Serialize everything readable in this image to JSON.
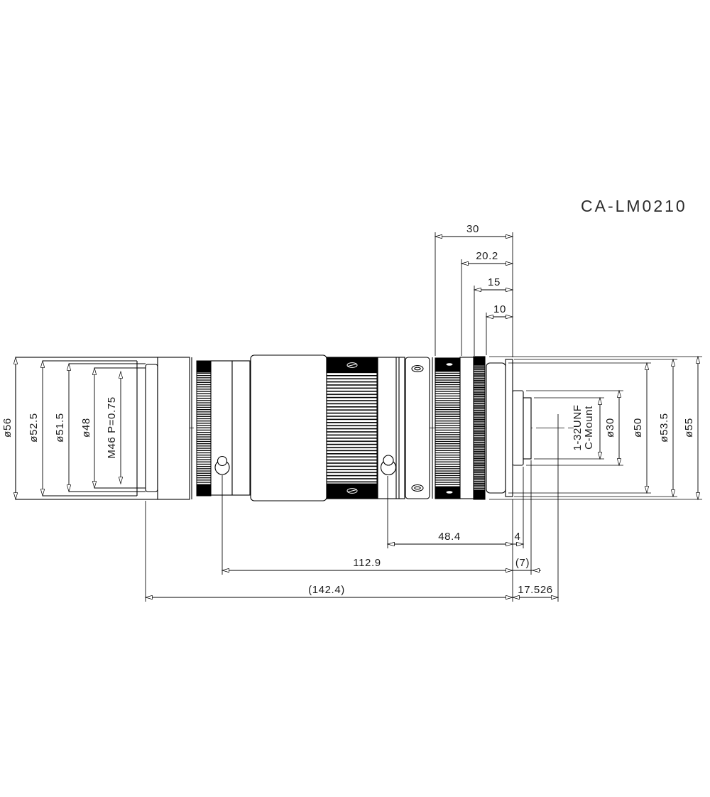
{
  "title": "CA-LM0210",
  "drawing_type": "lens mechanical side-view drawing",
  "colors": {
    "line": "#000000",
    "background": "#ffffff"
  },
  "dimensions": {
    "top": [
      "30",
      "20.2",
      "15",
      "10"
    ],
    "left": [
      "ø56",
      "ø52.5",
      "ø51.5",
      "ø48",
      "M46  P=0.75"
    ],
    "thread": [
      "1-32UNF",
      "C-Mount"
    ],
    "right": [
      "ø30",
      "ø50",
      "ø53.5",
      "ø55"
    ],
    "bottom": [
      "48.4",
      "4",
      "112.9",
      "(7)",
      "(142.4)",
      "17.526"
    ]
  }
}
